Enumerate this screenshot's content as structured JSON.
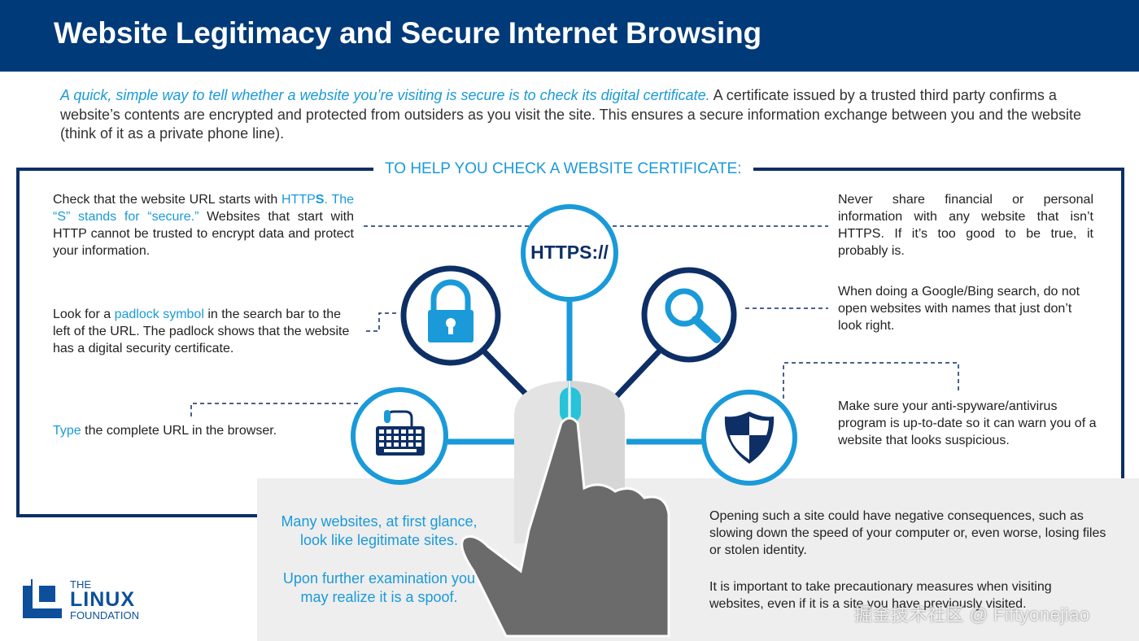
{
  "title": "Website Legitimacy and Secure Internet Browsing",
  "intro": {
    "lead": "A quick, simple way to tell whether a website you’re visiting is secure is to check its digital certificate.",
    "rest": " A certificate issued by a trusted third party confirms a website’s contents are encrypted and protected from outsiders as you visit the site. This ensures a secure information exchange between you and the website (think of it as a private phone line)."
  },
  "section_title": "TO HELP YOU CHECK A WEBSITE CERTIFICATE:",
  "tips": {
    "https": {
      "p1": "Check that the website URL starts with ",
      "https_http": "HTTP",
      "https_s": "S",
      "p2": ". ",
      "s_line": "The “S” stands for “secure.”",
      "p3": " Websites that start with HTTP cannot be trusted to encrypt data and protect your information."
    },
    "padlock": {
      "p1": "Look for a ",
      "link": "padlock symbol",
      "p2": " in the search bar to the left of the URL. The padlock shows that the website has a digital security certificate."
    },
    "type": {
      "link": "Type",
      "rest": " the complete URL in the browser."
    },
    "share": "Never share financial or personal information with any website that isn’t HTTPS. If it’s too good to be true, it probably is.",
    "search": "When doing a Google/Bing search, do not open websites with names that just don’t look right.",
    "antivirus": "Make sure your anti-spyware/antivirus program is up-to-date so it can warn you of a website that looks suspicious."
  },
  "hub_label": "HTTPS://",
  "icons": [
    "https-icon",
    "padlock-icon",
    "magnifier-icon",
    "keyboard-icon",
    "shield-icon",
    "mouse-icon",
    "hand-icon"
  ],
  "gray_left": {
    "p1": "Many websites, at first glance, look like legitimate sites.",
    "p2": "Upon further examination you may realize it is a spoof."
  },
  "gray_right": {
    "p1": "Opening such a site could have negative consequences, such as slowing down the speed of your computer or, even worse, losing files or stolen identity.",
    "p2": "It is important to take precautionary measures when visiting websites, even if it is a site you have previously visited."
  },
  "logo": {
    "line1": "THE",
    "line2": "LINUX",
    "line3": "FOUNDATION"
  },
  "watermark": "掘金技术社区 @ Fiftyonejiao",
  "colors": {
    "navy": "#003a78",
    "accent": "#1a9ad9",
    "dark_navy": "#0d2f66",
    "gray": "#eeeeee"
  }
}
